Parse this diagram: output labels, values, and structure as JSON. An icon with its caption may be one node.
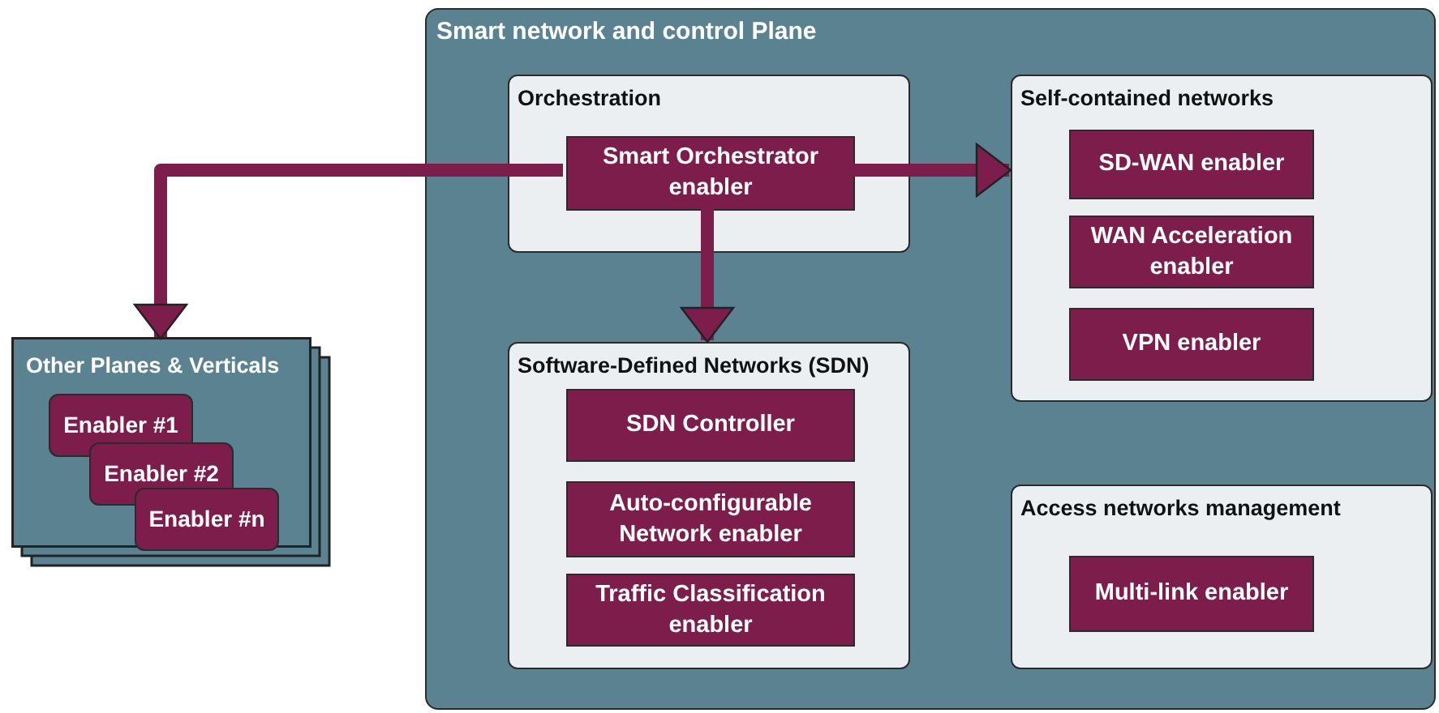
{
  "diagram": {
    "nodes": [
      {
        "text": [
          "Smart network and control Plane"
        ]
      },
      {
        "text": [
          "Orchestration"
        ],
        "in": 0
      },
      {
        "text": [
          "Smart Orchestrator enabler"
        ],
        "in": 1
      },
      {
        "text": [
          "Self-contained networks"
        ],
        "in": 0
      },
      {
        "text": [
          "SD-WAN enabler"
        ],
        "in": 3
      },
      {
        "text": [
          "WAN Acceleration enabler"
        ],
        "in": 3
      },
      {
        "text": [
          "VPN enabler"
        ],
        "in": 3
      },
      {
        "text": [
          "Software-Defined Networks (SDN)"
        ],
        "in": 0
      },
      {
        "text": [
          "SDN Controller"
        ],
        "in": 7
      },
      {
        "text": [
          "Auto-configurable Network enabler"
        ],
        "in": 7
      },
      {
        "text": [
          "Traffic Classification enabler"
        ],
        "in": 7
      },
      {
        "text": [
          "Access networks management"
        ],
        "in": 0
      },
      {
        "text": [
          "Multi-link enabler"
        ],
        "in": 11
      },
      {
        "text": [
          "Other Planes & Verticals"
        ]
      },
      {
        "text": [
          "Enabler #1"
        ],
        "in": 13
      },
      {
        "text": [
          "Enabler #2"
        ],
        "in": 13
      },
      {
        "text": [
          "Enabler #n"
        ],
        "in": 13
      }
    ],
    "edges": [
      {
        "from": 2,
        "to": 13,
        "arrow": "to"
      },
      {
        "from": 2,
        "to": 7,
        "arrow": "to"
      },
      {
        "from": 2,
        "to": 3,
        "arrow": "to"
      }
    ]
  }
}
